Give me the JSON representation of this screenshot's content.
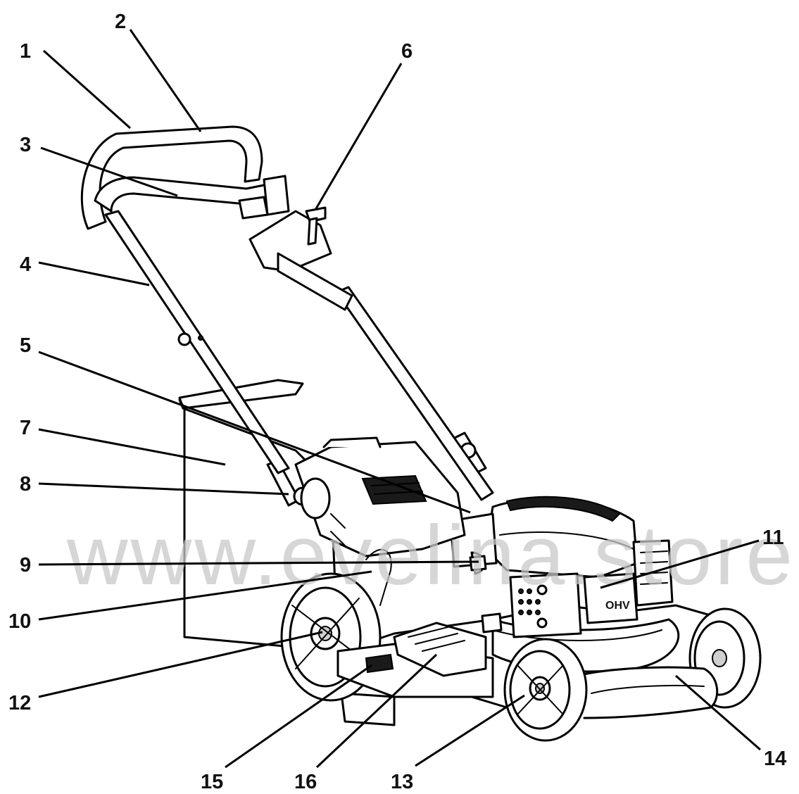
{
  "watermark": "www.evelina.store",
  "engine_badge": "OHV",
  "callouts": [
    {
      "id": "1",
      "label": "1"
    },
    {
      "id": "2",
      "label": "2"
    },
    {
      "id": "3",
      "label": "3"
    },
    {
      "id": "4",
      "label": "4"
    },
    {
      "id": "5",
      "label": "5"
    },
    {
      "id": "6",
      "label": "6"
    },
    {
      "id": "7",
      "label": "7"
    },
    {
      "id": "8",
      "label": "8"
    },
    {
      "id": "9",
      "label": "9"
    },
    {
      "id": "10",
      "label": "10"
    },
    {
      "id": "11",
      "label": "11"
    },
    {
      "id": "12",
      "label": "12"
    },
    {
      "id": "13",
      "label": "13"
    },
    {
      "id": "14",
      "label": "14"
    },
    {
      "id": "15",
      "label": "15"
    },
    {
      "id": "16",
      "label": "16"
    }
  ]
}
